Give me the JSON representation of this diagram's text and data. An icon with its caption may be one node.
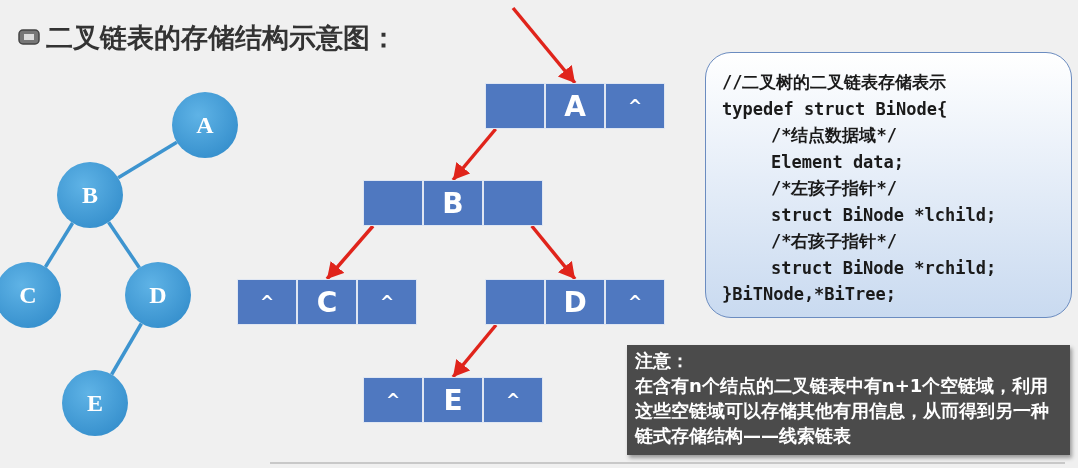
{
  "diagram": {
    "title": "二叉链表的存储结构示意图：",
    "nodes": [
      {
        "text": [
          "A"
        ]
      },
      {
        "text": [
          "B"
        ]
      },
      {
        "text": [
          "C"
        ]
      },
      {
        "text": [
          "D"
        ]
      },
      {
        "text": [
          "E"
        ]
      },
      {
        "text": [],
        "shape": "box"
      },
      {
        "text": [
          "A"
        ]
      },
      {
        "text": [
          "^"
        ]
      },
      {
        "text": [],
        "shape": "box"
      },
      {
        "text": [
          "B"
        ]
      },
      {
        "text": [],
        "shape": "box"
      },
      {
        "text": [
          "^"
        ]
      },
      {
        "text": [
          "C"
        ]
      },
      {
        "text": [
          "^"
        ]
      },
      {
        "text": [],
        "shape": "box"
      },
      {
        "text": [
          "D"
        ]
      },
      {
        "text": [
          "^"
        ]
      },
      {
        "text": [
          "^"
        ]
      },
      {
        "text": [
          "E"
        ]
      },
      {
        "text": [
          "^"
        ]
      },
      {
        "text": [
          "//二叉树的二叉链表存储表示",
          "typedef struct BiNode{",
          "/*结点数据域*/",
          "Element data;",
          "/*左孩子指针*/",
          "struct BiNode *lchild;",
          "/*右孩子指针*/",
          "struct BiNode *rchild;",
          "}BiTNode,*BiTree;"
        ]
      },
      {
        "text": [
          "注意：",
          "在含有n个结点的二叉链表中有n+1个空链域，利用这些空链域可以存储其他有用信息，从而得到另一种链式存储结构——线索链表"
        ]
      }
    ],
    "edges": [
      {
        "from": 0,
        "to": 1,
        "arrow": "none",
        "color": "#3d94cf"
      },
      {
        "from": 1,
        "to": 2,
        "arrow": "none",
        "color": "#3d94cf"
      },
      {
        "from": 1,
        "to": 3,
        "arrow": "none",
        "color": "#3d94cf"
      },
      {
        "from": 3,
        "to": 4,
        "arrow": "none",
        "color": "#3d94cf"
      },
      {
        "from": null,
        "to": 6,
        "arrow": "to"
      },
      {
        "from": 5,
        "to": 9,
        "arrow": "to"
      },
      {
        "from": 8,
        "to": 12,
        "arrow": "to"
      },
      {
        "from": 10,
        "to": 15,
        "arrow": "to"
      },
      {
        "from": 14,
        "to": 18,
        "arrow": "to"
      }
    ]
  }
}
